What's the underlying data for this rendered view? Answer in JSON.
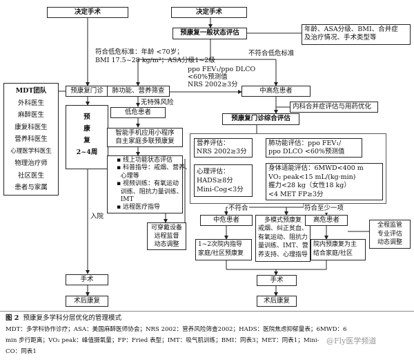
{
  "left_col": {
    "decide_surgery": "决定手术",
    "mdt_team": {
      "title": "MDT团队",
      "members": [
        "外科医生",
        "麻醉医生",
        "康复科医生",
        "营养科医生",
        "心理医学科医生",
        "物理治疗师",
        "社区医生",
        "患者与家属"
      ]
    },
    "prehab_clinic": "预康复门诊",
    "prehab_period": [
      "预",
      "康",
      "复",
      "2~4周"
    ],
    "admission": "入院",
    "surgery": "手术",
    "post_rehab": "术后康复"
  },
  "right": {
    "decide_surgery": "决定手术",
    "general_eval": "预康复一般状态评估",
    "general_eval_items": [
      "年龄、ASA分级、BMI、合并症",
      "及治疗情况、手术类型等"
    ],
    "meets_low_risk": [
      "符合低危标准：年龄 <70岁；",
      "BMI 17.5~28 kg/m²；ASA分级1~2级"
    ],
    "not_meets_low_risk": "不符合低危标准",
    "ppo_criteria": [
      "ppo FEV₁/ppo DLCO",
      "<60%预测值",
      "NRS 2002≥3分"
    ],
    "lung_nutrition_screen": "肺功能、营养筛查",
    "no_special_risk": "无特殊风险",
    "low_risk_patient": "低危患者",
    "mid_high_risk": "中高危患者",
    "internal_med_eval": "内科合并症评估与用药优化",
    "clinic_comprehensive_eval": "预康复门诊综合评估",
    "smart_app": [
      "智能手机应用小程序",
      "自主家庭多联预康复"
    ],
    "app_items": [
      "线上功能状态评估",
      "科普指导：戒烟、营养、",
      "心理等",
      "视频训练：有氧运动",
      "训练、阻抗力量训练、",
      "IMT",
      "远程医疗指导"
    ],
    "wearable": [
      "可穿戴设备",
      "远程监督",
      "动态调整"
    ],
    "nutrition_eval": [
      "营养评估：",
      "NRS 2002≥3分"
    ],
    "lung_eval": [
      "肺功能评估：ppo FEV₁/",
      "ppo DLCO <60%预测值"
    ],
    "psych_eval": [
      "心理评估：",
      "HADS≥8分",
      "Mini-Cog<3分"
    ],
    "physical_eval": [
      "身体适能评估：6MWD<400 m",
      "VO₂ peak<15 mL/(kg·min)",
      "握力<28 kg（女性18 kg）",
      "<4 MET  FP≥3分"
    ],
    "not_meets": "不符合",
    "meets_at_least_one": "符合至少一项",
    "mid_risk": "中危患者",
    "multimodal_prehab": "多模式预康复",
    "multimodal_items": [
      "戒烟、纠正贫血、",
      "有氧运动、阻抗力",
      "量训练、IMT、营",
      "养支持、心理指导"
    ],
    "high_risk": "高危患者",
    "full_monitor": [
      "全程监管",
      "专业评估",
      "动态调整"
    ],
    "hospital_guidance": [
      "1~2次院内指导",
      "家庭/社区预康复"
    ],
    "hospital_prehab": [
      "院内预康复为主",
      "结合家庭/社区"
    ],
    "surgery": "手术",
    "post_rehab": "术后康复"
  },
  "caption": {
    "figure_label": "图 2",
    "title": "预康复多学科分层优化的管理模式",
    "abbreviations": [
      "MDT：多学科协作诊疗；ASA：美国麻醉医师协会；NRS 2002：营养风险筛查2002；HADS：医院焦虑抑郁量表；6MWD：6",
      "min 步行距离；VO₂ peak：峰值摄氧量；FP：Fried 表型；IMT：吸气肌训练；BMI：同表3；MET：同表1；Mini-",
      "CO：同表1"
    ],
    "watermark": "@Fly医学频道"
  }
}
